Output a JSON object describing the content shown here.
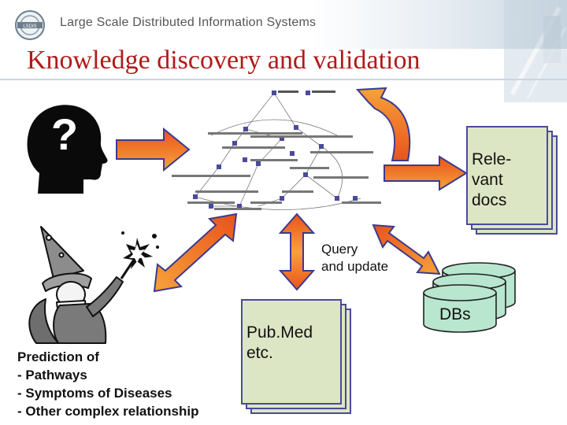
{
  "header": {
    "org_name": "Large Scale Distributed Information Systems",
    "logo_icon": "lsdis-logo-icon"
  },
  "slide": {
    "title": "Knowledge discovery and validation"
  },
  "docs": {
    "relevant_docs_label": [
      "Rele-",
      "vant",
      "docs"
    ],
    "pubmed_label": [
      "Pub.Med",
      "etc."
    ]
  },
  "labels": {
    "query_update": [
      "Query",
      "and update"
    ],
    "dbs": "DBs"
  },
  "prediction": {
    "lines": [
      "Prediction of",
      "- Pathways",
      "- Symptoms of Diseases",
      "- Other complex relationship"
    ]
  },
  "colors": {
    "title": "#b11a1a",
    "arrow_fill_top": "#e8531c",
    "arrow_fill_bottom": "#f7a23a",
    "arrow_stroke": "#3b3b8f",
    "doc_fill": "#dde6c4",
    "doc_stroke": "#4a4a9a",
    "db_fill": "#b8e6cf"
  }
}
